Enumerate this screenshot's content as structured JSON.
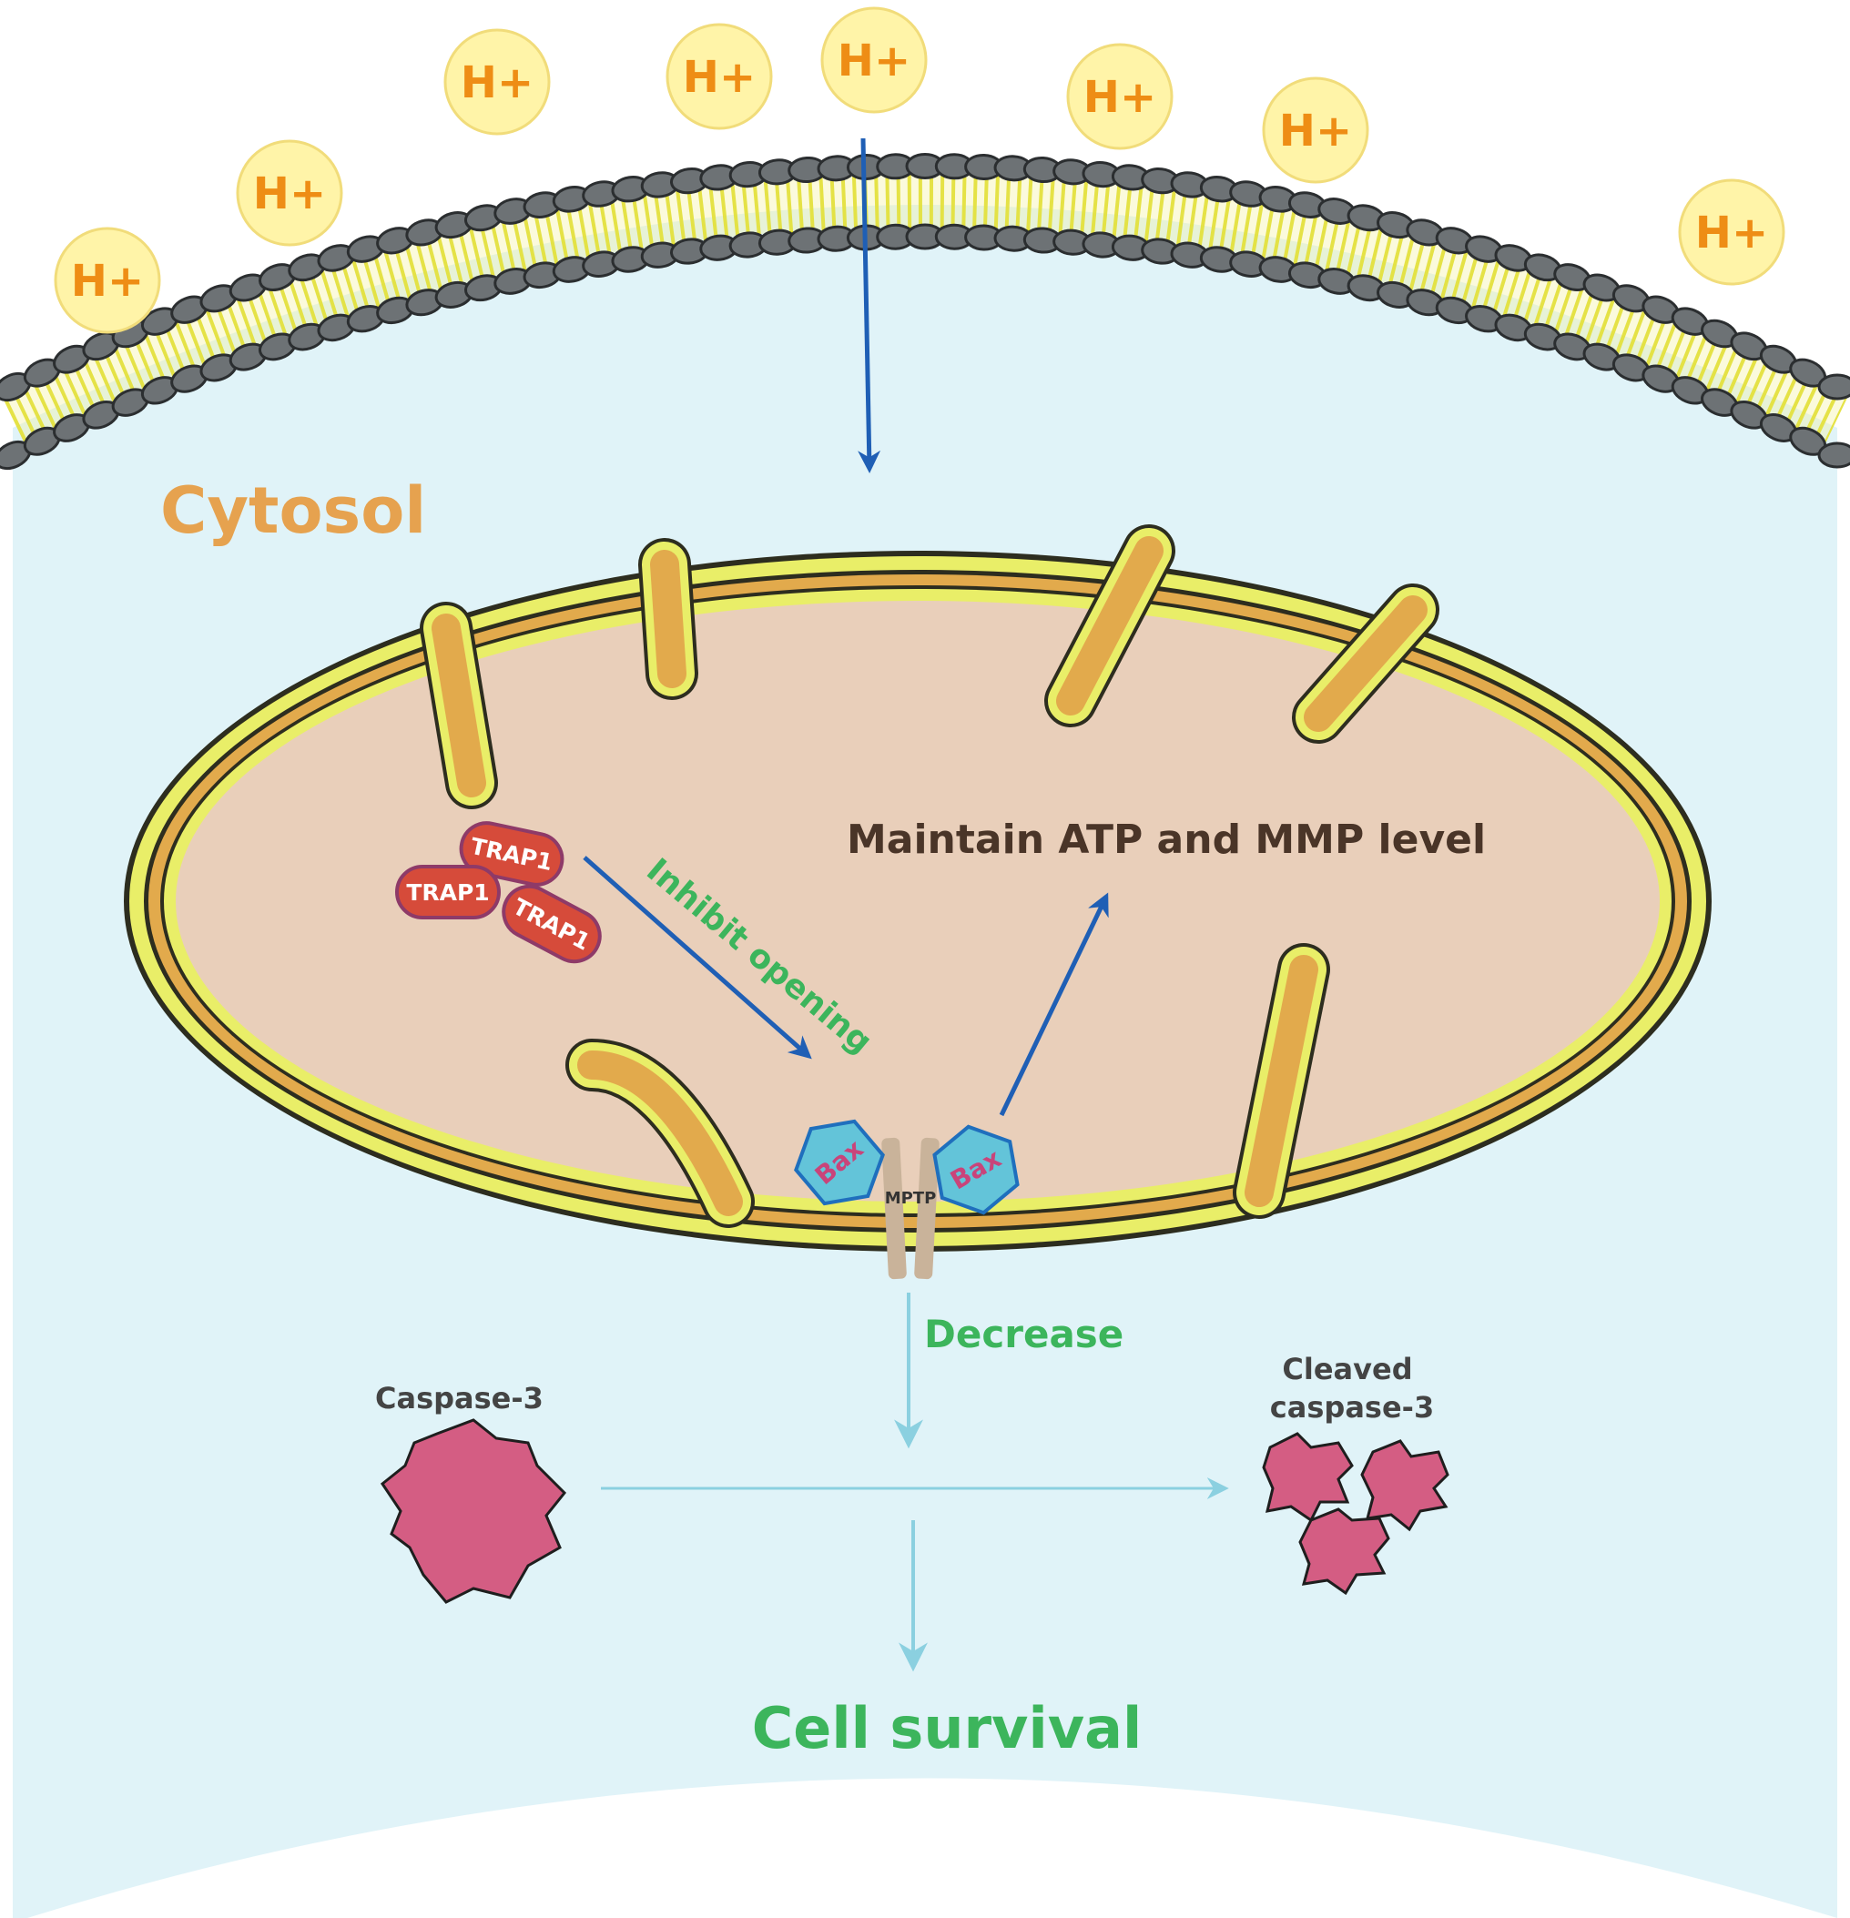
{
  "ion_label": "H+",
  "ions": [
    {
      "id": "h1"
    },
    {
      "id": "h2"
    },
    {
      "id": "h3"
    },
    {
      "id": "h4"
    },
    {
      "id": "h5"
    },
    {
      "id": "h6"
    },
    {
      "id": "h7"
    },
    {
      "id": "h8"
    }
  ],
  "labels": {
    "cytosol": "Cytosol",
    "trap1": "TRAP1",
    "inhibit_opening": "Inhibit opening",
    "maintain": "Maintain ATP and MMP level",
    "bax": "Bax",
    "mptp": "MPTP",
    "decrease": "Decrease",
    "caspase3": "Caspase-3",
    "cleaved_line1": "Cleaved",
    "cleaved_line2": "caspase-3",
    "cell_survival": "Cell survival"
  },
  "colors": {
    "cytosol_bg": "#e0f3f8",
    "membrane_head": "#6d7275",
    "membrane_tail": "#d9d700",
    "ion_fill": "#fff4a8",
    "ion_text": "#ee8d15",
    "cytosol_text": "#e6a24f",
    "mito_matrix": "#e9cfba",
    "mito_cristae": "#e2aa4c",
    "mito_membrane": "#e9ee68",
    "trap1_fill": "#d64b3a",
    "bax_fill": "#63c4d9",
    "bax_stroke": "#1f6fbd",
    "bax_text": "#c9447a",
    "mptp_fill": "#c9b39a",
    "blue_arrow": "#1f5fb5",
    "light_arrow": "#8bd0e0",
    "green_text": "#3cb55c",
    "dark_text": "#4a3528",
    "caspase_fill": "#d45d83"
  }
}
